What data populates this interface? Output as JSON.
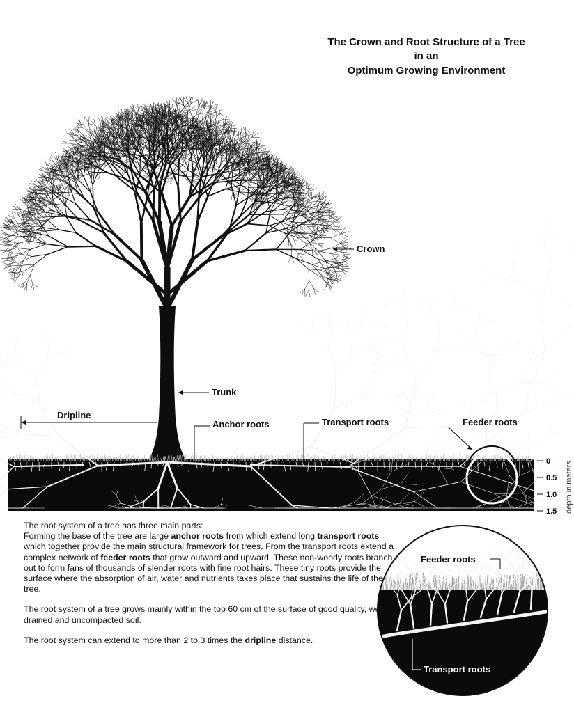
{
  "title": {
    "line1": "The Crown and Root Structure of a Tree",
    "line2": "in an",
    "line3": "Optimum Growing Environment"
  },
  "labels": {
    "crown": "Crown",
    "trunk": "Trunk",
    "dripline": "Dripline",
    "anchor_roots": "Anchor roots",
    "transport_roots": "Transport roots",
    "feeder_roots": "Feeder roots"
  },
  "depth_scale": {
    "axis_label": "depth in meters",
    "ticks": [
      "0",
      "0.5",
      "1.0",
      "1.5"
    ]
  },
  "inset": {
    "feeder_label": "Feeder roots",
    "transport_label": "Transport roots"
  },
  "description": {
    "p1_line1": "The root system of a tree has three main parts:",
    "p1_a": "Forming the base of the tree are large ",
    "p1_b": "anchor roots",
    "p1_c": " from which extend long ",
    "p1_d": "transport roots",
    "p1_e": " which together provide the main structural framework for trees. From the transport roots extend a complex network of ",
    "p1_f": "feeder roots",
    "p1_g": " that grow outward and upward. These non-woody roots branch out to form fans of thousands of slender roots with fine root hairs. These tiny roots provide the surface where the absorption of air, water and nutrients takes place that sustains the life of the tree.",
    "p2": "The root system of a tree grows mainly within the top 60 cm of the surface of good quality, well drained and uncompacted soil.",
    "p3_a": "The root system can extend to more than 2 to 3 times the ",
    "p3_b": "dripline",
    "p3_c": " distance."
  }
}
